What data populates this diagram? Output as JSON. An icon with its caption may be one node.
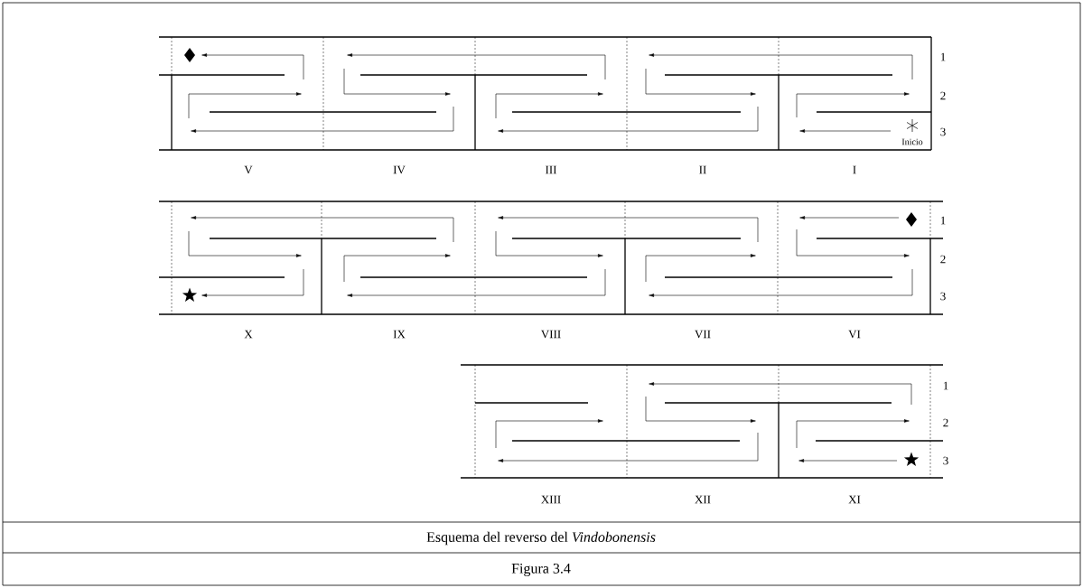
{
  "diagram": {
    "caption": "Esquema del reverso del *Vindobonensis*",
    "labels": [
      "1",
      "2",
      "3",
      "Inicio",
      "V",
      "IV",
      "III",
      "II",
      "I",
      "1",
      "2",
      "3",
      "X",
      "IX",
      "VIII",
      "VII",
      "VI",
      "1",
      "2",
      "3",
      "XIII",
      "XII",
      "XI",
      "Figura 3.4"
    ]
  }
}
